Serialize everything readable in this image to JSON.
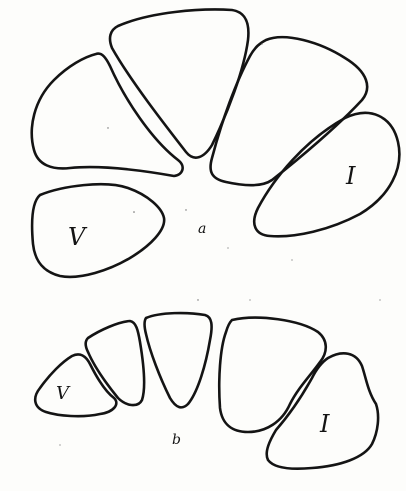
{
  "figure": {
    "panel_a": {
      "letter": "a",
      "shape_labels": {
        "first": "I",
        "fifth": "V"
      }
    },
    "panel_b": {
      "letter": "b",
      "shape_labels": {
        "first": "I",
        "fifth": "V"
      }
    },
    "ink_color": "#141414",
    "paper_color": "#fdfdfb"
  }
}
